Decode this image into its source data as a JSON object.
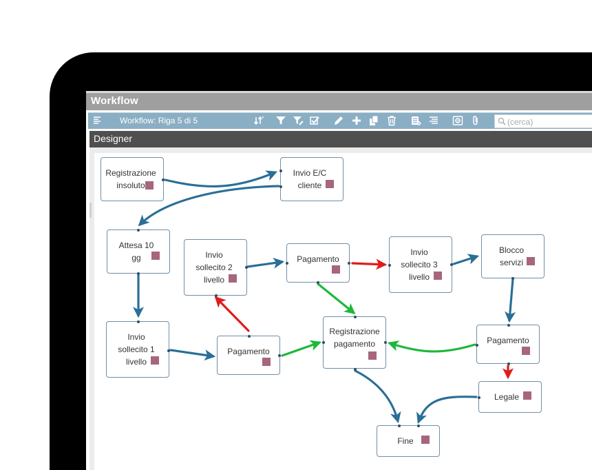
{
  "window": {
    "title": "Workflow"
  },
  "toolbar": {
    "title": "Workflow: Riga 5 di 5",
    "icons": [
      "list-icon",
      "sort-icon",
      "filter-icon",
      "filter-edit-icon",
      "check-edit-icon",
      "pencil-icon",
      "plus-icon",
      "copy-icon",
      "trash-icon",
      "report-icon",
      "align-icon",
      "settings-icon",
      "attachment-icon"
    ],
    "search_placeholder": "(cerca)"
  },
  "designer": {
    "title": "Designer"
  },
  "nodes": {
    "registrazione_insoluto": "Registrazione\ninsoluto",
    "invio_ec_cliente": "Invio E/C\ncliente",
    "attesa_10gg": "Attesa 10\ngg",
    "invio_sollecito_2": "Invio\nsollecito 2\nlivello",
    "pagamento_1": "Pagamento",
    "invio_sollecito_3": "Invio\nsollecito 3\nlivello",
    "blocco_servizi": "Blocco\nservizi",
    "invio_sollecito_1": "Invio\nsollecito 1\nlivello",
    "pagamento_2": "Pagamento",
    "registrazione_pagamento": "Registrazione\npagamento",
    "pagamento_3": "Pagamento",
    "legale": "Legale",
    "fine": "Fine"
  },
  "colors": {
    "flow": "#2a6f97",
    "success": "#1db83a",
    "failure": "#e11b1b",
    "node_marker": "#a7657e"
  }
}
